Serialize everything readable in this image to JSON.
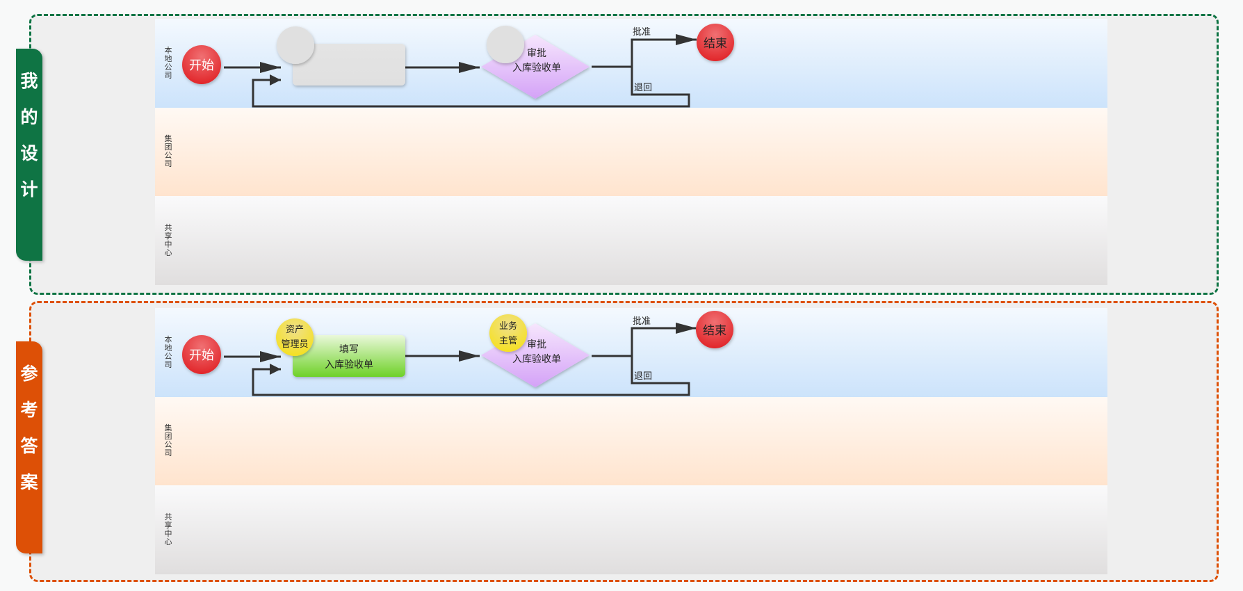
{
  "sections": [
    {
      "id": "my-design",
      "tab_label": [
        "我",
        "的",
        "设",
        "计"
      ],
      "accent": "#0f7444",
      "lanes": [
        "本地公司",
        "集团公司",
        "共享中心"
      ],
      "start_label": "开始",
      "task": {
        "role_badge": [
          "",
          ""
        ],
        "lines": [
          "",
          ""
        ]
      },
      "decision": {
        "role_badge": [
          "",
          ""
        ],
        "lines": [
          "审批",
          "入库验收单"
        ]
      },
      "approve_label": "批准",
      "reject_label": "退回",
      "end_label": "结束"
    },
    {
      "id": "reference-answer",
      "tab_label": [
        "参",
        "考",
        "答",
        "案"
      ],
      "accent": "#dd5006",
      "lanes": [
        "本地公司",
        "集团公司",
        "共享中心"
      ],
      "start_label": "开始",
      "task": {
        "role_badge": [
          "资产",
          "管理员"
        ],
        "lines": [
          "填写",
          "入库验收单"
        ]
      },
      "decision": {
        "role_badge": [
          "业务",
          "主管"
        ],
        "lines": [
          "审批",
          "入库验收单"
        ]
      },
      "approve_label": "批准",
      "reject_label": "退回",
      "end_label": "结束"
    }
  ],
  "colors": {
    "start_end": "#e8383b",
    "task_empty": "#e2e2e2",
    "task_filled": "#78d432",
    "decision": "#d7a6f7",
    "role_badge_filled": "#f5e23a",
    "role_badge_empty": "#e0e0e0",
    "connector": "#333333"
  }
}
